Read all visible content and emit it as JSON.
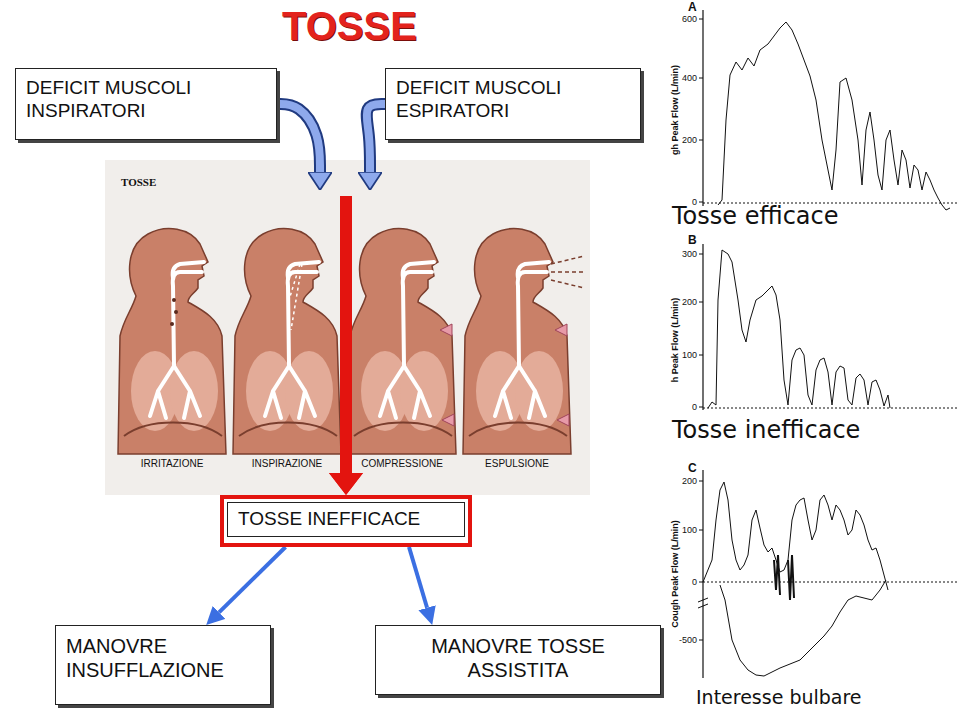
{
  "diagram": {
    "title": "TOSSE",
    "nodes": [
      {
        "text": [
          "DEFICIT MUSCOLI INSPIRATORI"
        ]
      },
      {
        "text": [
          "DEFICIT MUSCOLI ESPIRATORI"
        ]
      },
      {
        "text": [
          "TOSSE INEFFICACE"
        ]
      },
      {
        "text": [
          "MANOVRE INSUFFLAZIONE"
        ]
      },
      {
        "text": [
          "MANOVRE TOSSE ASSISTITA"
        ]
      }
    ],
    "edges": [
      {
        "from": 0,
        "to": 2,
        "arrow": "to"
      },
      {
        "from": 1,
        "to": 2,
        "arrow": "to"
      },
      {
        "from": 2,
        "to": 3,
        "arrow": "to"
      },
      {
        "from": 2,
        "to": 4,
        "arrow": "to"
      }
    ],
    "labels": [
      "TOSSE",
      "IRRITAZIONE",
      "INSPIRAZIONE",
      "COMPRESSIONE",
      "ESPULSIONE",
      "A",
      "600",
      "400",
      "200",
      "0",
      "gh Peak Flow (L/min)",
      "Tosse efficace",
      "B",
      "300",
      "200",
      "100",
      "0",
      "h Peak Flow (L/min)",
      "Tosse inefficace",
      "C",
      "200",
      "100",
      "0",
      "-500",
      "Cough Peak Flow (L/min)",
      "Interesse bulbare"
    ]
  }
}
